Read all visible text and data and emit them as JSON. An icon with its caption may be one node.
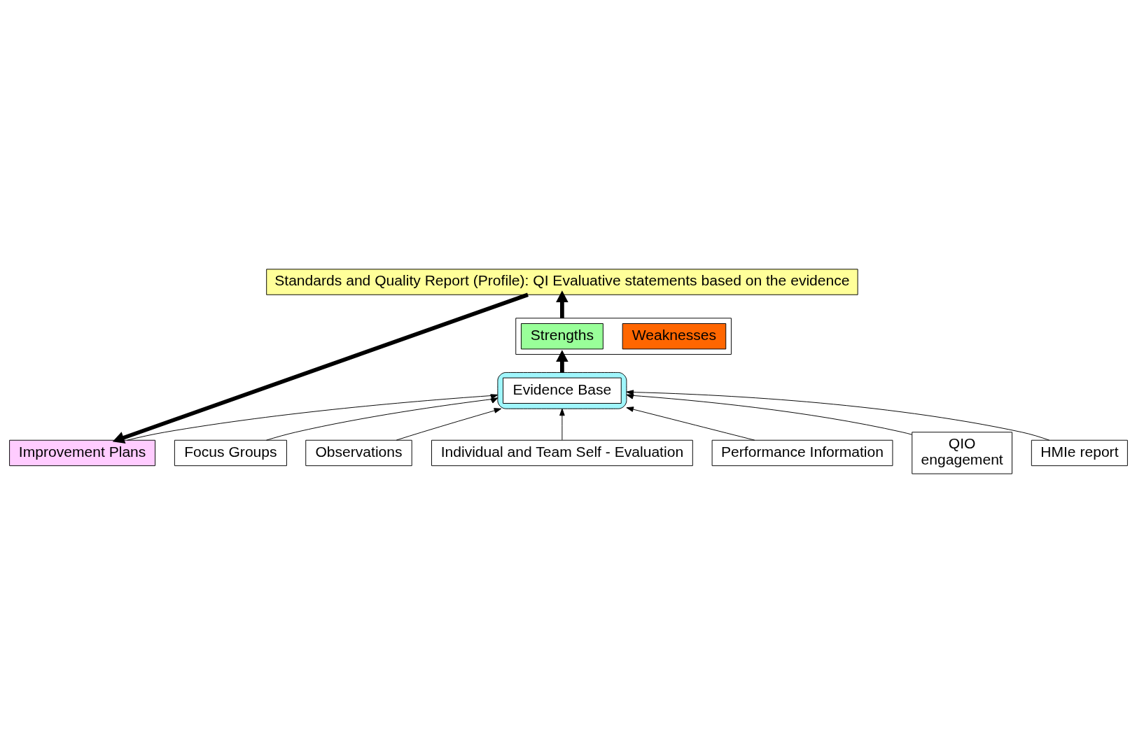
{
  "diagram": {
    "nodes": [
      {
        "text": [
          "Standards and Quality Report (Profile): QI Evaluative statements based on the evidence"
        ]
      },
      {
        "text": [],
        "shape": "box"
      },
      {
        "text": [
          "Strengths"
        ],
        "in": 1
      },
      {
        "text": [
          "Weaknesses"
        ],
        "in": 1
      },
      {
        "text": [],
        "shape": "ellipse"
      },
      {
        "text": [
          "Evidence Base"
        ],
        "in": 4
      },
      {
        "text": [
          "Focus Groups"
        ]
      },
      {
        "text": [
          "Observations"
        ]
      },
      {
        "text": [
          "Individual and Team Self - Evaluation"
        ]
      },
      {
        "text": [
          "Performance Information"
        ]
      },
      {
        "text": [
          "QIO",
          "engagement"
        ]
      },
      {
        "text": [
          "HMIe report"
        ]
      },
      {
        "text": [
          "Improvement Plans"
        ]
      }
    ],
    "edges": [
      {
        "from": 1,
        "to": 0,
        "arrow": "to",
        "style": "thick"
      },
      {
        "from": 4,
        "to": 1,
        "arrow": "to",
        "style": "thick"
      },
      {
        "from": 0,
        "to": 12,
        "arrow": "to",
        "style": "thick"
      },
      {
        "from": 12,
        "to": 4,
        "arrow": "to"
      },
      {
        "from": 6,
        "to": 4,
        "arrow": "to"
      },
      {
        "from": 7,
        "to": 4,
        "arrow": "to"
      },
      {
        "from": 8,
        "to": 4,
        "arrow": "to"
      },
      {
        "from": 9,
        "to": 4,
        "arrow": "to"
      },
      {
        "from": 10,
        "to": 4,
        "arrow": "to"
      },
      {
        "from": 11,
        "to": 4,
        "arrow": "to"
      }
    ]
  }
}
